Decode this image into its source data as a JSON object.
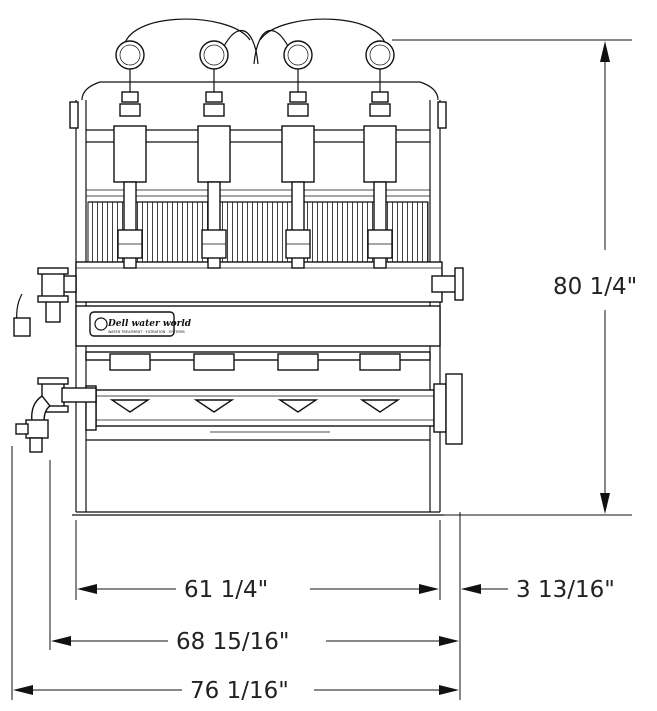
{
  "dimensions": {
    "height": "80 1/4\"",
    "frame_width": "61 1/4\"",
    "side_offset": "3 13/16\"",
    "inner_width": "68 15/16\"",
    "overall_width": "76 1/16\""
  },
  "logo": {
    "name": "Dell water world",
    "tagline": "WATER TREATMENT · FILTRATION · SYSTEMS"
  }
}
